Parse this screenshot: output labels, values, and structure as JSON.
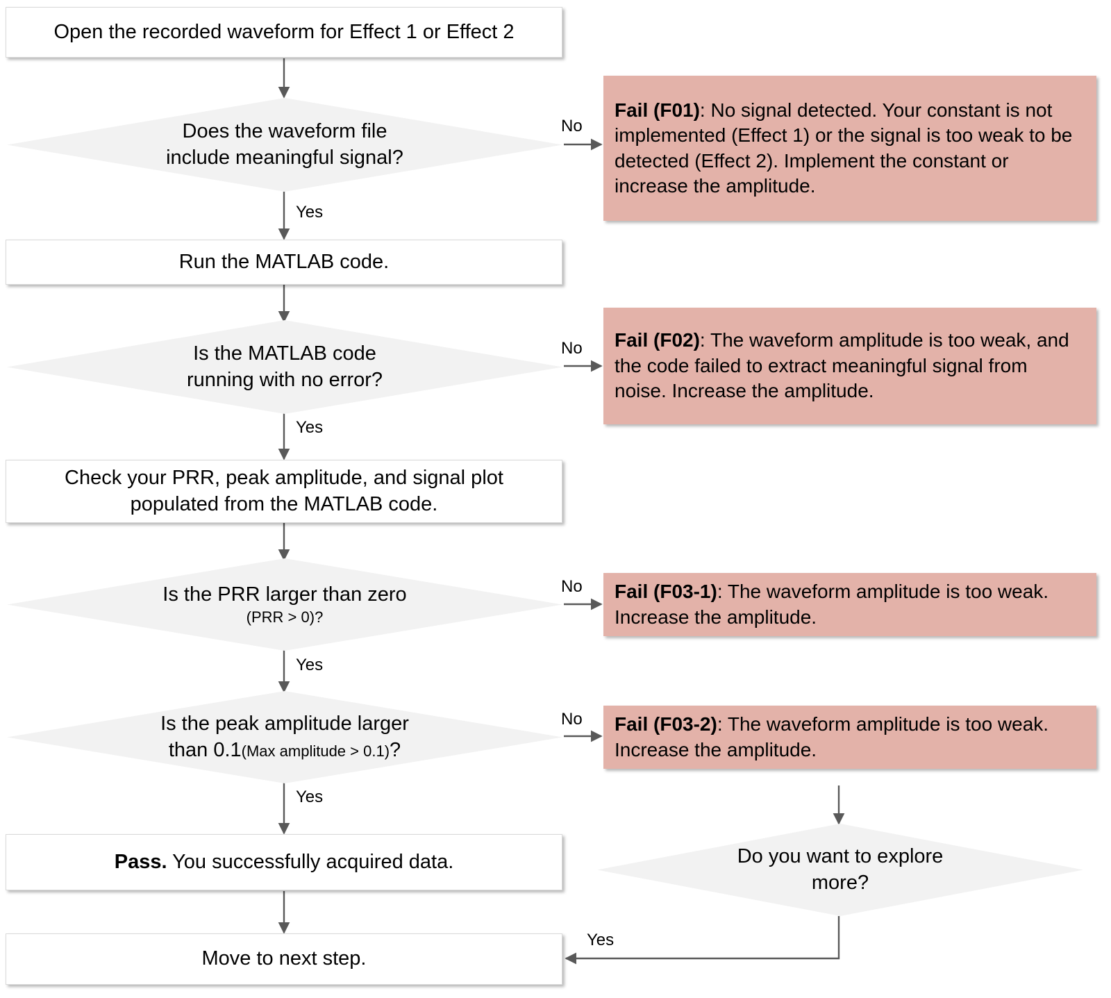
{
  "diagram": {
    "title": "Waveform data-acquisition troubleshooting flowchart",
    "colors": {
      "process_fill": "#FFFFFF",
      "decision_fill": "#F2F2F2",
      "fail_fill": "#E3B2A9",
      "border": "#D9D9D9",
      "connector": "#595959",
      "text": "#000000"
    }
  },
  "nodes": {
    "start": {
      "label": "Open the recorded waveform for Effect 1 or Effect 2"
    },
    "d1": {
      "line1": "Does the waveform file",
      "line2": "include meaningful signal?"
    },
    "f01": {
      "tag": "Fail (F01)",
      "sep": ": ",
      "text": "No signal detected. Your constant is not implemented (Effect 1) or the signal is too weak to be detected (Effect 2). Implement the constant or increase the amplitude."
    },
    "run": {
      "label": "Run the MATLAB code."
    },
    "d2": {
      "line1": "Is the MATLAB code",
      "line2": "running with no error?"
    },
    "f02": {
      "tag": "Fail (F02)",
      "sep": ": ",
      "text": "The waveform amplitude is too weak, and the code failed to extract meaningful signal from noise. Increase the amplitude."
    },
    "check": {
      "line1": "Check your PRR, peak amplitude, and signal plot",
      "line2": "populated from the MATLAB code."
    },
    "d3": {
      "line1": "Is the PRR  larger than zero",
      "line2_small": "(PRR > 0)?"
    },
    "f03_1": {
      "tag": "Fail (F03-1)",
      "sep": ": ",
      "text": "The waveform amplitude is too weak. Increase the amplitude."
    },
    "d4": {
      "line1": "Is the peak amplitude larger",
      "line2_a": "than 0.1",
      "line2_small": "(Max amplitude > 0.1)",
      "line2_b": "?"
    },
    "f03_2": {
      "tag": "Fail (F03-2)",
      "sep": ": ",
      "text": "The waveform amplitude is too weak. Increase the amplitude."
    },
    "pass": {
      "tag": "Pass.",
      "sep": " ",
      "text": "You successfully acquired data."
    },
    "d5": {
      "line1": "Do you want to explore",
      "line2": "more?"
    },
    "next": {
      "label": "Move to next step."
    }
  },
  "edges": {
    "d1_no": "No",
    "d1_yes": "Yes",
    "d2_no": "No",
    "d2_yes": "Yes",
    "d3_no": "No",
    "d3_yes": "Yes",
    "d4_no": "No",
    "d4_yes": "Yes",
    "d5_yes": "Yes"
  }
}
